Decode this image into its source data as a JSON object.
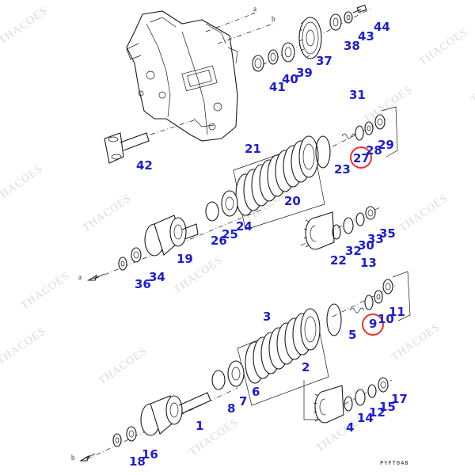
{
  "diagram": {
    "drawing_code": "PYFT048",
    "watermark": "THACOES",
    "leader_letters": [
      "a",
      "b",
      "a",
      "b"
    ],
    "callouts": [
      "44",
      "43",
      "38",
      "37",
      "39",
      "40",
      "41",
      "31",
      "29",
      "28",
      "27",
      "42",
      "21",
      "23",
      "20",
      "35",
      "33",
      "30",
      "32",
      "22",
      "24",
      "25",
      "26",
      "19",
      "13",
      "34",
      "36",
      "11",
      "10",
      "9",
      "3",
      "5",
      "2",
      "6",
      "7",
      "8",
      "17",
      "15",
      "12",
      "14",
      "4",
      "1",
      "16",
      "18"
    ],
    "highlighted": [
      "27",
      "9"
    ]
  }
}
